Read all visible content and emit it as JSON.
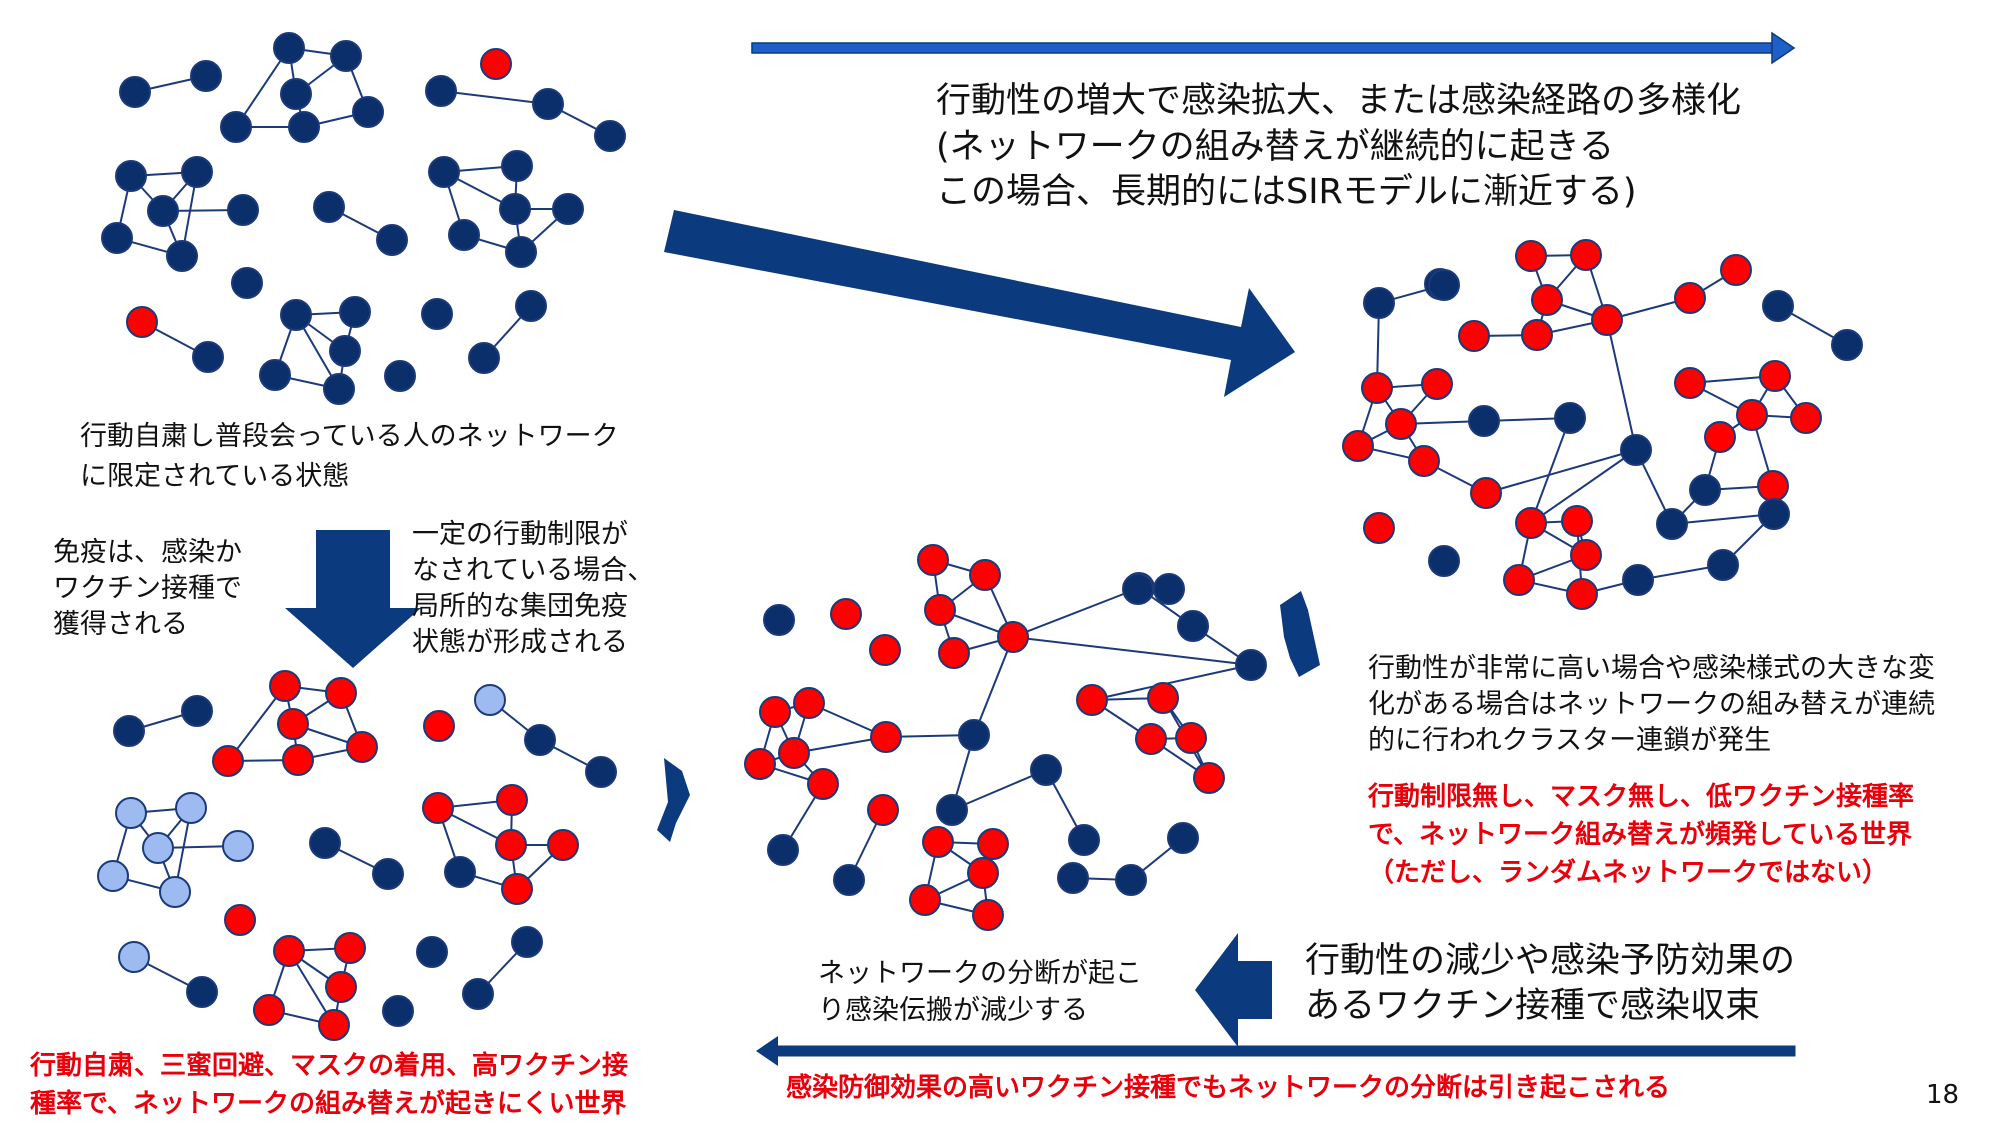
{
  "colors": {
    "infected": "#ff0000",
    "susceptible": "#0b2f6b",
    "immune": "#9dbbf0",
    "edge": "#1c3a7a",
    "arrow_dark": "#0b3a7e",
    "arrow_light": "#1f5fc8",
    "alert_text": "#e8000b"
  },
  "texts": {
    "top_right_line1": "行動性の増大で感染拡大、または感染経路の多様化",
    "top_right_line2": "(ネットワークの組み替えが継続的に起きる",
    "top_right_line3": "この場合、長期的にはSIRモデルに漸近する)",
    "left_caption_line1": "行動自粛し普段会っている人のネットワーク",
    "left_caption_line2": "に限定されている状態",
    "immunity_line1": "免疫は、感染か",
    "immunity_line2": "ワクチン接種で",
    "immunity_line3": "獲得される",
    "herd_line1": "一定の行動制限が",
    "herd_line2": "なされている場合、",
    "herd_line3": "局所的な集団免疫",
    "herd_line4": "状態が形成される",
    "right_desc_line1": "行動性が非常に高い場合や感染様式の大きな変",
    "right_desc_line2": "化がある場合はネットワークの組み替えが連続",
    "right_desc_line3": "的に行われクラスター連鎖が発生",
    "right_red_line1": "行動制限無し、マスク無し、低ワクチン接種率",
    "right_red_line2": "で、ネットワーク組み替えが頻発している世界",
    "right_red_line3": "（ただし、ランダムネットワークではない）",
    "reduce_line1": "行動性の減少や感染予防効果の",
    "reduce_line2": "あるワクチン接種で感染収束",
    "split_line1": "ネットワークの分断が起こ",
    "split_line2": "り感染伝搬が減少する",
    "bottom_left_red_line1": "行動自粛、三蜜回避、マスクの着用、高ワクチン接",
    "bottom_left_red_line2": "種率で、ネットワークの組み替えが起きにくい世界",
    "bottom_red": "感染防御効果の高いワクチン接種でもネットワークの分断は引き起こされる",
    "page_number": "18"
  },
  "graphs": [
    {
      "name": "graph-top-left",
      "nodes": [
        [
          135,
          92,
          "s"
        ],
        [
          206,
          76,
          "s"
        ],
        [
          289,
          48,
          "s"
        ],
        [
          346,
          56,
          "s"
        ],
        [
          296,
          94,
          "s"
        ],
        [
          368,
          112,
          "s"
        ],
        [
          304,
          127,
          "s"
        ],
        [
          236,
          127,
          "s"
        ],
        [
          496,
          64,
          "i"
        ],
        [
          441,
          91,
          "s"
        ],
        [
          548,
          104,
          "s"
        ],
        [
          610,
          136,
          "s"
        ],
        [
          131,
          176,
          "s"
        ],
        [
          197,
          172,
          "s"
        ],
        [
          163,
          211,
          "s"
        ],
        [
          243,
          210,
          "s"
        ],
        [
          117,
          238,
          "s"
        ],
        [
          182,
          256,
          "s"
        ],
        [
          329,
          207,
          "s"
        ],
        [
          392,
          240,
          "s"
        ],
        [
          444,
          172,
          "s"
        ],
        [
          517,
          166,
          "s"
        ],
        [
          515,
          209,
          "s"
        ],
        [
          568,
          209,
          "s"
        ],
        [
          464,
          235,
          "s"
        ],
        [
          521,
          252,
          "s"
        ],
        [
          247,
          283,
          "s"
        ],
        [
          142,
          322,
          "i"
        ],
        [
          208,
          357,
          "s"
        ],
        [
          296,
          315,
          "s"
        ],
        [
          355,
          312,
          "s"
        ],
        [
          345,
          351,
          "s"
        ],
        [
          437,
          314,
          "s"
        ],
        [
          531,
          306,
          "s"
        ],
        [
          484,
          358,
          "s"
        ],
        [
          275,
          375,
          "s"
        ],
        [
          339,
          389,
          "s"
        ],
        [
          400,
          376,
          "s"
        ]
      ],
      "edges": [
        [
          0,
          1
        ],
        [
          2,
          3
        ],
        [
          2,
          4
        ],
        [
          3,
          4
        ],
        [
          3,
          5
        ],
        [
          5,
          6
        ],
        [
          4,
          6
        ],
        [
          6,
          7
        ],
        [
          2,
          7
        ],
        [
          9,
          10
        ],
        [
          10,
          11
        ],
        [
          12,
          13
        ],
        [
          12,
          14
        ],
        [
          12,
          16
        ],
        [
          13,
          14
        ],
        [
          14,
          15
        ],
        [
          14,
          17
        ],
        [
          16,
          17
        ],
        [
          13,
          17
        ],
        [
          18,
          19
        ],
        [
          20,
          21
        ],
        [
          21,
          22
        ],
        [
          22,
          23
        ],
        [
          20,
          22
        ],
        [
          20,
          24
        ],
        [
          24,
          25
        ],
        [
          22,
          25
        ],
        [
          23,
          25
        ],
        [
          27,
          28
        ],
        [
          29,
          30
        ],
        [
          30,
          31
        ],
        [
          29,
          31
        ],
        [
          31,
          36
        ],
        [
          29,
          35
        ],
        [
          35,
          36
        ],
        [
          29,
          36
        ],
        [
          33,
          34
        ]
      ]
    },
    {
      "name": "graph-top-right",
      "nodes": [
        [
          1531,
          256,
          "i"
        ],
        [
          1586,
          255,
          "i"
        ],
        [
          1440,
          284,
          "s"
        ],
        [
          1547,
          300,
          "i"
        ],
        [
          1607,
          320,
          "i"
        ],
        [
          1537,
          335,
          "i"
        ],
        [
          1474,
          336,
          "i"
        ],
        [
          1379,
          303,
          "s"
        ],
        [
          1444,
          285,
          "s"
        ],
        [
          1690,
          298,
          "i"
        ],
        [
          1736,
          270,
          "i"
        ],
        [
          1778,
          306,
          "s"
        ],
        [
          1847,
          345,
          "s"
        ],
        [
          1377,
          388,
          "i"
        ],
        [
          1437,
          384,
          "i"
        ],
        [
          1401,
          424,
          "i"
        ],
        [
          1358,
          446,
          "i"
        ],
        [
          1484,
          421,
          "s"
        ],
        [
          1570,
          418,
          "s"
        ],
        [
          1690,
          383,
          "i"
        ],
        [
          1775,
          376,
          "i"
        ],
        [
          1752,
          415,
          "i"
        ],
        [
          1806,
          418,
          "i"
        ],
        [
          1720,
          437,
          "i"
        ],
        [
          1636,
          450,
          "s"
        ],
        [
          1705,
          490,
          "s"
        ],
        [
          1773,
          486,
          "i"
        ],
        [
          1424,
          461,
          "i"
        ],
        [
          1486,
          493,
          "i"
        ],
        [
          1531,
          523,
          "i"
        ],
        [
          1577,
          521,
          "i"
        ],
        [
          1586,
          555,
          "i"
        ],
        [
          1379,
          528,
          "i"
        ],
        [
          1444,
          561,
          "s"
        ],
        [
          1519,
          580,
          "i"
        ],
        [
          1582,
          594,
          "i"
        ],
        [
          1672,
          524,
          "s"
        ],
        [
          1774,
          514,
          "s"
        ],
        [
          1723,
          565,
          "s"
        ],
        [
          1638,
          580,
          "s"
        ]
      ],
      "edges": [
        [
          0,
          1
        ],
        [
          0,
          3
        ],
        [
          1,
          3
        ],
        [
          1,
          4
        ],
        [
          3,
          4
        ],
        [
          3,
          5
        ],
        [
          4,
          5
        ],
        [
          5,
          6
        ],
        [
          7,
          8
        ],
        [
          7,
          13
        ],
        [
          13,
          14
        ],
        [
          13,
          15
        ],
        [
          15,
          16
        ],
        [
          13,
          16
        ],
        [
          14,
          15
        ],
        [
          15,
          27
        ],
        [
          16,
          27
        ],
        [
          27,
          28
        ],
        [
          4,
          9
        ],
        [
          9,
          10
        ],
        [
          4,
          24
        ],
        [
          24,
          28
        ],
        [
          24,
          29
        ],
        [
          29,
          30
        ],
        [
          29,
          31
        ],
        [
          30,
          31
        ],
        [
          30,
          35
        ],
        [
          34,
          35
        ],
        [
          29,
          34
        ],
        [
          34,
          31
        ],
        [
          17,
          18
        ],
        [
          15,
          17
        ],
        [
          18,
          29
        ],
        [
          11,
          12
        ],
        [
          19,
          20
        ],
        [
          20,
          21
        ],
        [
          19,
          21
        ],
        [
          21,
          22
        ],
        [
          20,
          22
        ],
        [
          21,
          23
        ],
        [
          21,
          26
        ],
        [
          23,
          25
        ],
        [
          25,
          26
        ],
        [
          25,
          36
        ],
        [
          36,
          37
        ],
        [
          37,
          38
        ],
        [
          38,
          39
        ],
        [
          39,
          35
        ],
        [
          24,
          36
        ]
      ]
    },
    {
      "name": "graph-bottom-middle",
      "nodes": [
        [
          933,
          560,
          "i"
        ],
        [
          985,
          575,
          "i"
        ],
        [
          940,
          610,
          "i"
        ],
        [
          1013,
          637,
          "i"
        ],
        [
          954,
          653,
          "i"
        ],
        [
          885,
          650,
          "i"
        ],
        [
          846,
          614,
          "i"
        ],
        [
          779,
          620,
          "s"
        ],
        [
          1139,
          588,
          "i"
        ],
        [
          1193,
          626,
          "s"
        ],
        [
          1251,
          665,
          "s"
        ],
        [
          1092,
          700,
          "i"
        ],
        [
          1163,
          698,
          "i"
        ],
        [
          1191,
          738,
          "i"
        ],
        [
          1151,
          739,
          "i"
        ],
        [
          1209,
          778,
          "i"
        ],
        [
          1169,
          589,
          "s"
        ],
        [
          1138,
          589,
          "s"
        ],
        [
          974,
          735,
          "s"
        ],
        [
          886,
          737,
          "i"
        ],
        [
          794,
          753,
          "i"
        ],
        [
          809,
          703,
          "i"
        ],
        [
          775,
          712,
          "i"
        ],
        [
          823,
          784,
          "i"
        ],
        [
          760,
          764,
          "i"
        ],
        [
          952,
          810,
          "s"
        ],
        [
          1046,
          770,
          "s"
        ],
        [
          1084,
          840,
          "s"
        ],
        [
          938,
          842,
          "i"
        ],
        [
          993,
          844,
          "i"
        ],
        [
          983,
          873,
          "i"
        ],
        [
          925,
          900,
          "i"
        ],
        [
          988,
          915,
          "i"
        ],
        [
          883,
          810,
          "i"
        ],
        [
          1073,
          878,
          "s"
        ],
        [
          849,
          880,
          "s"
        ],
        [
          783,
          850,
          "s"
        ],
        [
          1183,
          838,
          "s"
        ],
        [
          1131,
          880,
          "s"
        ]
      ],
      "edges": [
        [
          0,
          1
        ],
        [
          0,
          2
        ],
        [
          1,
          2
        ],
        [
          1,
          3
        ],
        [
          2,
          3
        ],
        [
          2,
          4
        ],
        [
          3,
          4
        ],
        [
          3,
          8
        ],
        [
          3,
          10
        ],
        [
          8,
          9
        ],
        [
          9,
          10
        ],
        [
          10,
          11
        ],
        [
          11,
          12
        ],
        [
          12,
          13
        ],
        [
          13,
          14
        ],
        [
          11,
          14
        ],
        [
          14,
          15
        ],
        [
          13,
          15
        ],
        [
          12,
          15
        ],
        [
          18,
          25
        ],
        [
          25,
          26
        ],
        [
          26,
          27
        ],
        [
          18,
          3
        ],
        [
          18,
          19
        ],
        [
          19,
          20
        ],
        [
          20,
          21
        ],
        [
          21,
          22
        ],
        [
          20,
          22
        ],
        [
          20,
          24
        ],
        [
          22,
          24
        ],
        [
          24,
          23
        ],
        [
          20,
          23
        ],
        [
          23,
          36
        ],
        [
          21,
          19
        ],
        [
          28,
          29
        ],
        [
          28,
          30
        ],
        [
          29,
          30
        ],
        [
          28,
          31
        ],
        [
          30,
          31
        ],
        [
          30,
          32
        ],
        [
          31,
          32
        ],
        [
          34,
          38
        ],
        [
          38,
          37
        ],
        [
          33,
          35
        ]
      ]
    },
    {
      "name": "graph-bottom-left",
      "nodes": [
        [
          129,
          731,
          "s"
        ],
        [
          197,
          711,
          "s"
        ],
        [
          285,
          686,
          "i"
        ],
        [
          341,
          693,
          "i"
        ],
        [
          293,
          724,
          "i"
        ],
        [
          362,
          747,
          "i"
        ],
        [
          298,
          760,
          "i"
        ],
        [
          228,
          761,
          "i"
        ],
        [
          439,
          726,
          "i"
        ],
        [
          490,
          700,
          "m"
        ],
        [
          540,
          740,
          "s"
        ],
        [
          601,
          772,
          "s"
        ],
        [
          131,
          813,
          "m"
        ],
        [
          191,
          808,
          "m"
        ],
        [
          158,
          848,
          "m"
        ],
        [
          238,
          846,
          "m"
        ],
        [
          113,
          876,
          "m"
        ],
        [
          175,
          892,
          "m"
        ],
        [
          325,
          843,
          "s"
        ],
        [
          388,
          874,
          "s"
        ],
        [
          438,
          808,
          "i"
        ],
        [
          512,
          800,
          "i"
        ],
        [
          511,
          845,
          "i"
        ],
        [
          563,
          845,
          "i"
        ],
        [
          460,
          872,
          "s"
        ],
        [
          517,
          889,
          "i"
        ],
        [
          240,
          920,
          "i"
        ],
        [
          134,
          957,
          "m"
        ],
        [
          202,
          992,
          "s"
        ],
        [
          289,
          951,
          "i"
        ],
        [
          350,
          948,
          "i"
        ],
        [
          341,
          987,
          "i"
        ],
        [
          432,
          952,
          "s"
        ],
        [
          527,
          942,
          "s"
        ],
        [
          478,
          994,
          "s"
        ],
        [
          269,
          1010,
          "i"
        ],
        [
          334,
          1025,
          "i"
        ],
        [
          398,
          1011,
          "s"
        ]
      ],
      "edges": [
        [
          0,
          1
        ],
        [
          2,
          3
        ],
        [
          2,
          4
        ],
        [
          3,
          4
        ],
        [
          3,
          5
        ],
        [
          4,
          5
        ],
        [
          4,
          6
        ],
        [
          5,
          6
        ],
        [
          6,
          7
        ],
        [
          2,
          7
        ],
        [
          9,
          10
        ],
        [
          10,
          11
        ],
        [
          12,
          13
        ],
        [
          12,
          14
        ],
        [
          12,
          16
        ],
        [
          13,
          14
        ],
        [
          14,
          15
        ],
        [
          14,
          17
        ],
        [
          16,
          17
        ],
        [
          13,
          17
        ],
        [
          18,
          19
        ],
        [
          20,
          21
        ],
        [
          21,
          22
        ],
        [
          22,
          23
        ],
        [
          20,
          22
        ],
        [
          20,
          24
        ],
        [
          24,
          25
        ],
        [
          22,
          25
        ],
        [
          23,
          25
        ],
        [
          27,
          28
        ],
        [
          29,
          30
        ],
        [
          30,
          31
        ],
        [
          29,
          31
        ],
        [
          31,
          36
        ],
        [
          29,
          35
        ],
        [
          35,
          36
        ],
        [
          29,
          36
        ],
        [
          33,
          34
        ]
      ]
    }
  ]
}
